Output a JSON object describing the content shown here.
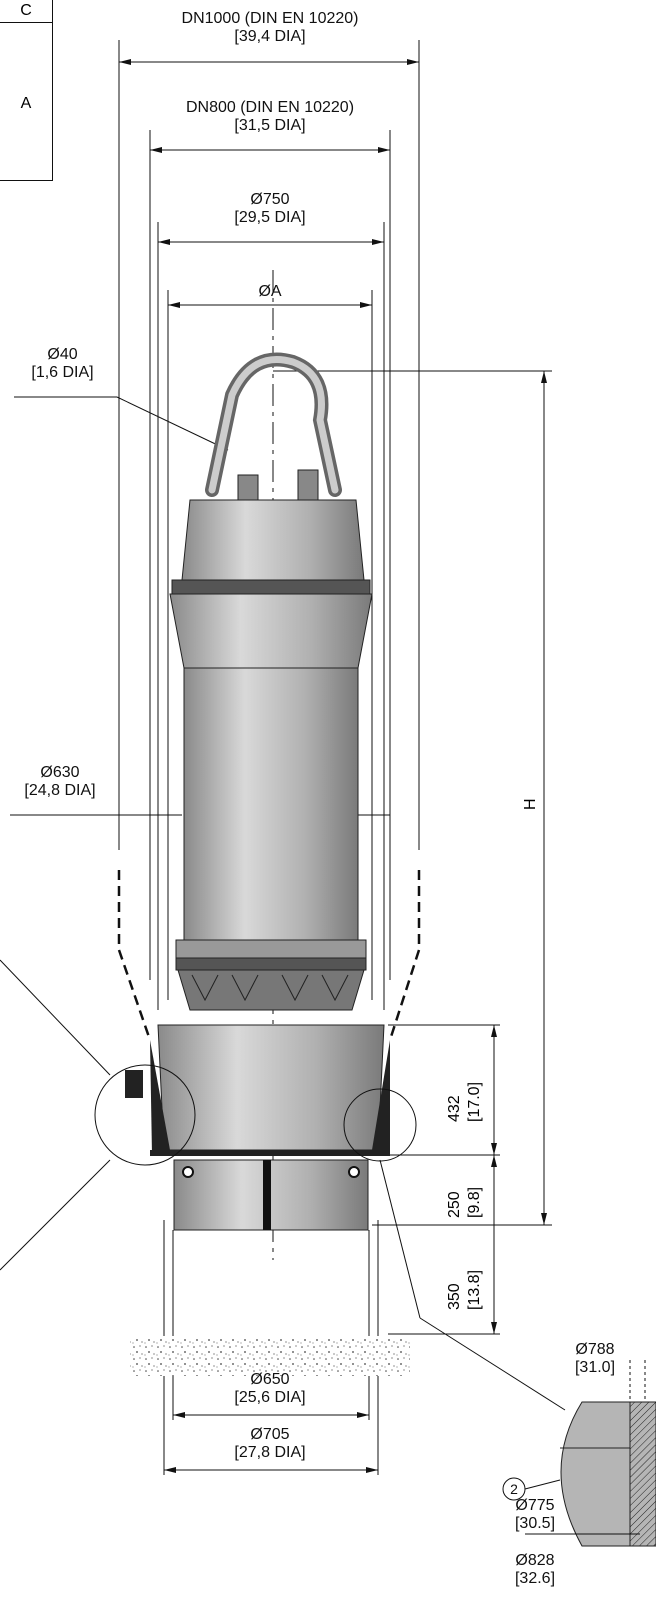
{
  "table": {
    "row1": "C",
    "row2": "A"
  },
  "dims": {
    "dn1000": "DN1000 (DIN EN 10220)",
    "dn1000_in": "39,4 DIA",
    "dn800": "DN800 (DIN EN 10220)",
    "dn800_in": "31,5 DIA",
    "d750": "Ø750",
    "d750_in": "29,5 DIA",
    "dA": "ØA",
    "d40": "Ø40",
    "d40_in": "1,6 DIA",
    "d630": "Ø630",
    "d630_in": "24,8 DIA",
    "H": "H",
    "h432": "432",
    "h432_in": "[17.0]",
    "h250": "250",
    "h250_in": "[9.8]",
    "h350": "350",
    "h350_in": "[13.8]",
    "d650": "Ø650",
    "d650_in": "25,6 DIA",
    "d705": "Ø705",
    "d705_in": "27,8 DIA",
    "d788": "Ø788",
    "d788_in": "[31.0]",
    "d775": "Ø775",
    "d775_in": "[30.5]",
    "d828": "Ø828",
    "d828_in": "[32.6]",
    "callout": "2"
  }
}
